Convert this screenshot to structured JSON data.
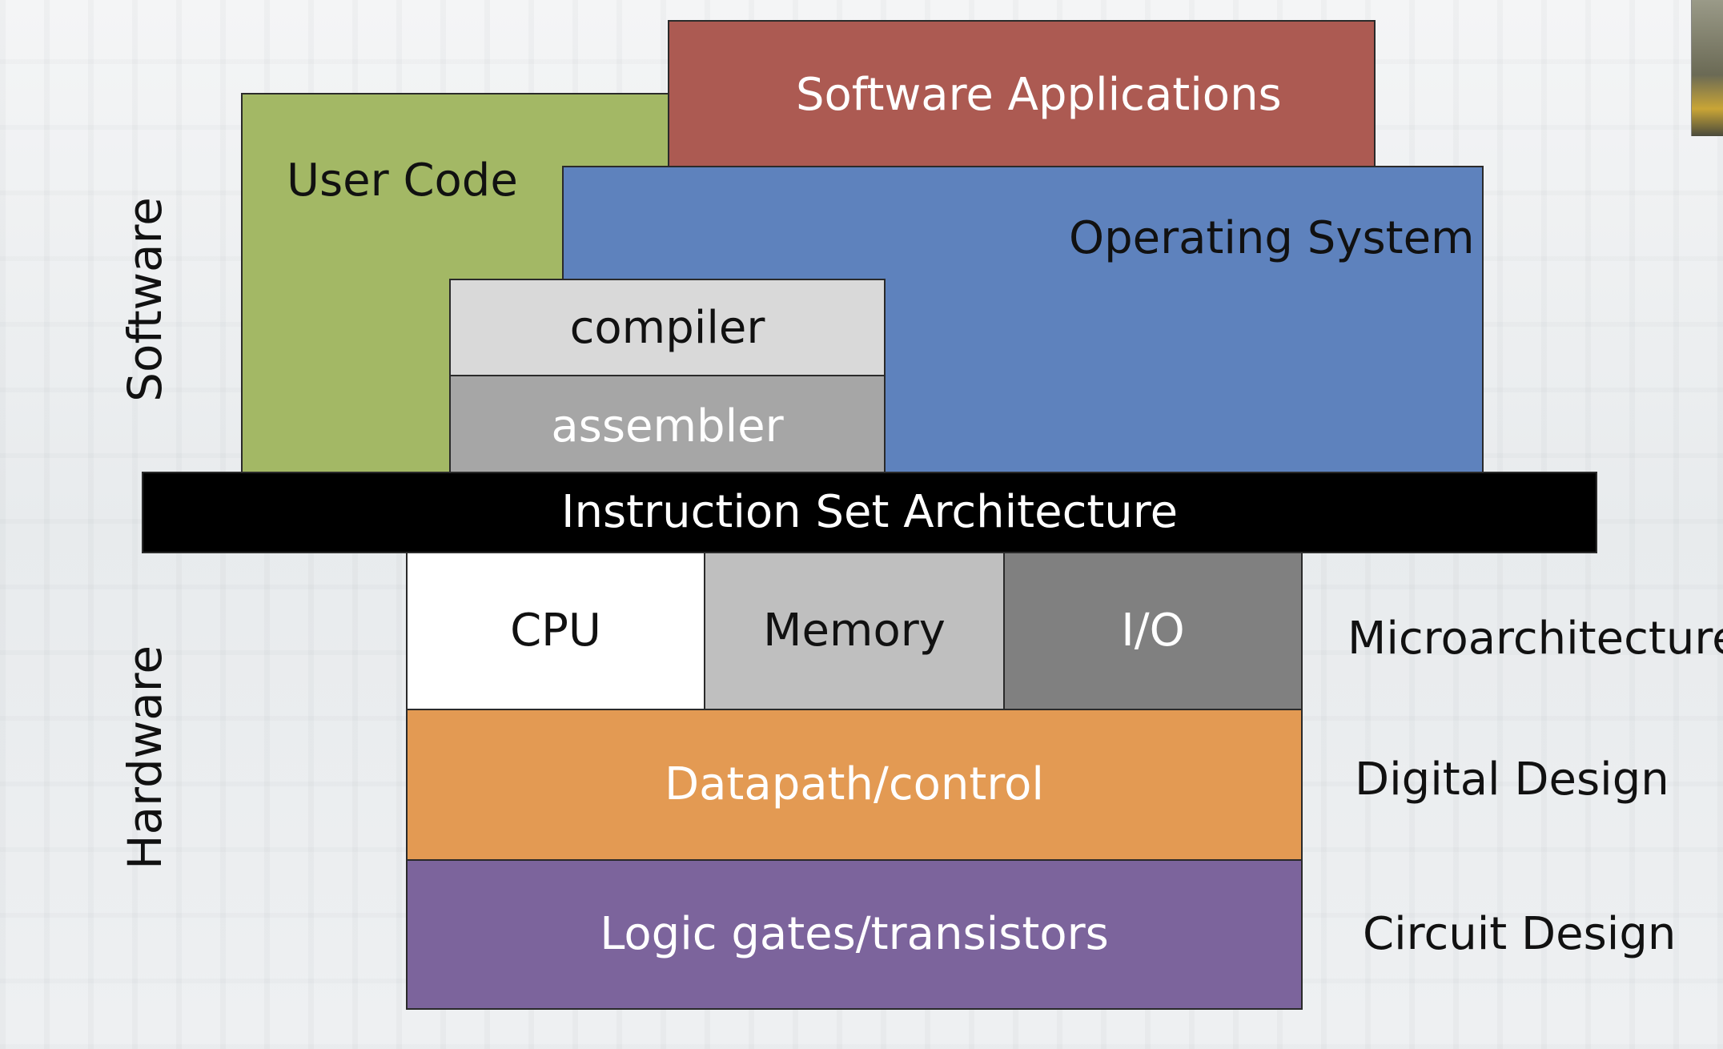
{
  "side_labels": {
    "software": "Software",
    "hardware": "Hardware"
  },
  "software_layers": {
    "user_code": "User Code",
    "software_applications": "Software Applications",
    "operating_system": "Operating System",
    "compiler": "compiler",
    "assembler": "assembler"
  },
  "isa": "Instruction Set Architecture",
  "hardware_layers": {
    "cpu": "CPU",
    "memory": "Memory",
    "io": "I/O",
    "datapath_control": "Datapath/control",
    "logic_gates": "Logic gates/transistors"
  },
  "abstraction_levels": {
    "microarchitecture": "Microarchitecture",
    "digital_design": "Digital Design",
    "circuit_design": "Circuit Design"
  },
  "colors": {
    "user_code": "#a3b865",
    "software_applications": "#ac5a52",
    "operating_system": "#5e82bd",
    "compiler": "#d9d9d9",
    "assembler": "#a6a6a6",
    "isa": "#000000",
    "cpu": "#ffffff",
    "memory": "#bfbfbf",
    "io": "#808080",
    "datapath_control": "#e39a53",
    "logic_gates": "#7c649c"
  }
}
